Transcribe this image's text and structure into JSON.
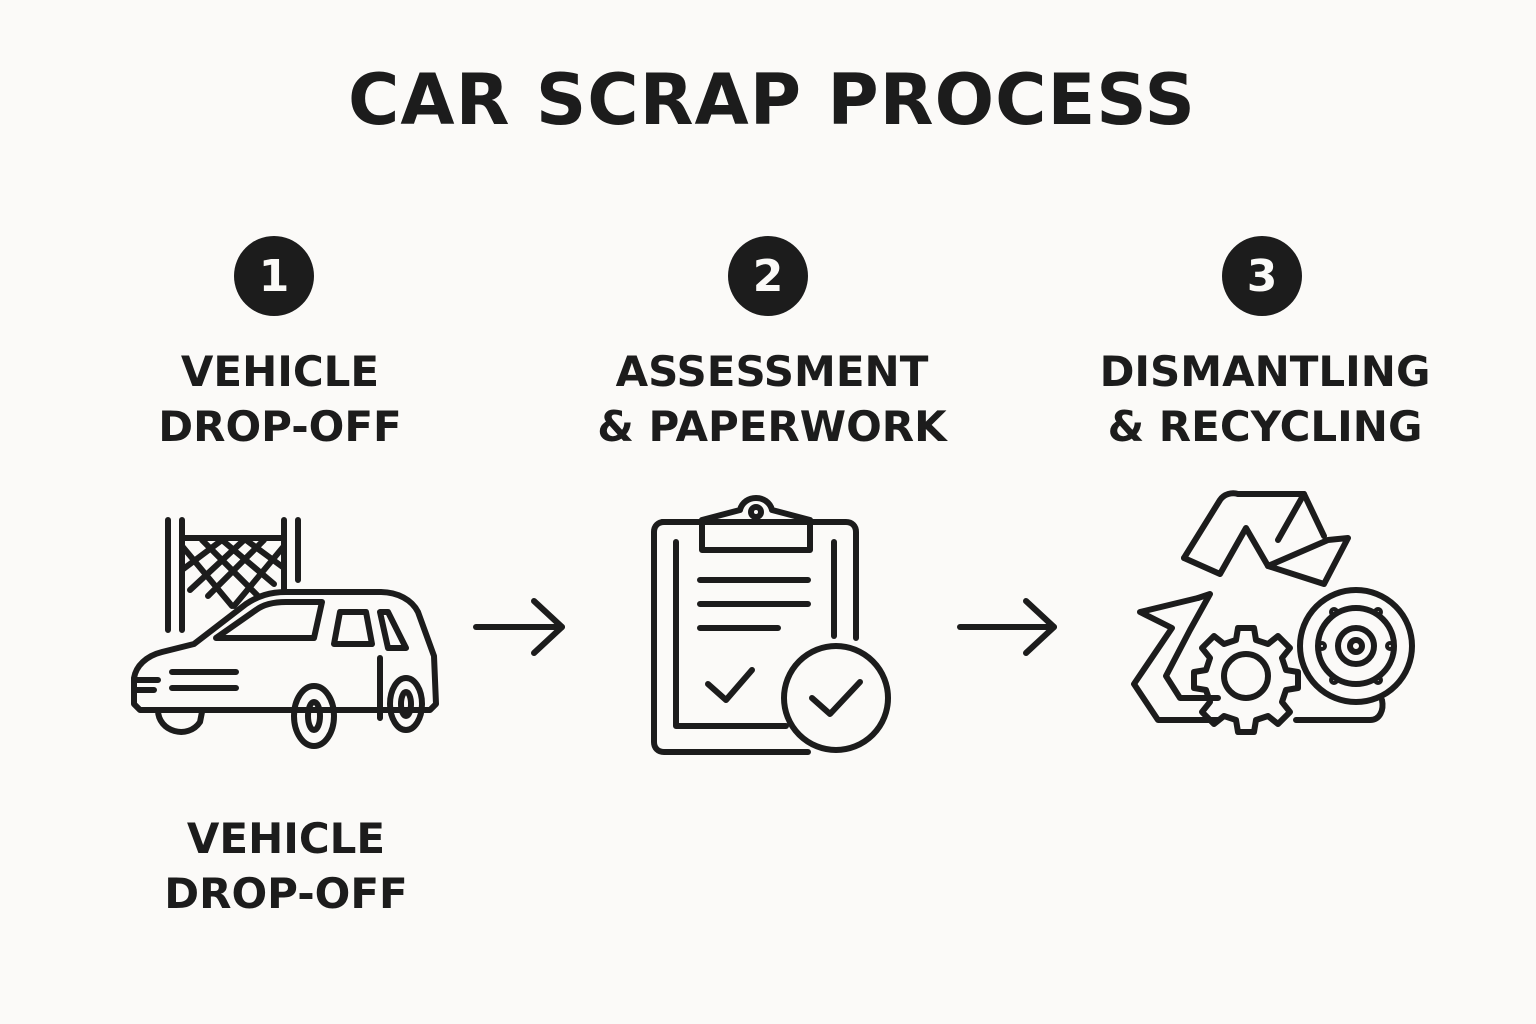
{
  "title": "CAR SCRAP PROCESS",
  "steps": [
    {
      "number": "1",
      "label_line1": "VEHICLE",
      "label_line2": "DROP-OFF",
      "icon": "car-drop-off-icon"
    },
    {
      "number": "2",
      "label_line1": "ASSESSMENT",
      "label_line2": "& PAPERWORK",
      "icon": "clipboard-check-icon"
    },
    {
      "number": "3",
      "label_line1": "DISMANTLING",
      "label_line2": "& RECYCLING",
      "icon": "recycle-gear-icon"
    }
  ],
  "footer_label": {
    "line1": "VEHICLE",
    "line2": "DROP-OFF"
  },
  "colors": {
    "background": "#fbfaf8",
    "ink": "#1c1c1c"
  }
}
